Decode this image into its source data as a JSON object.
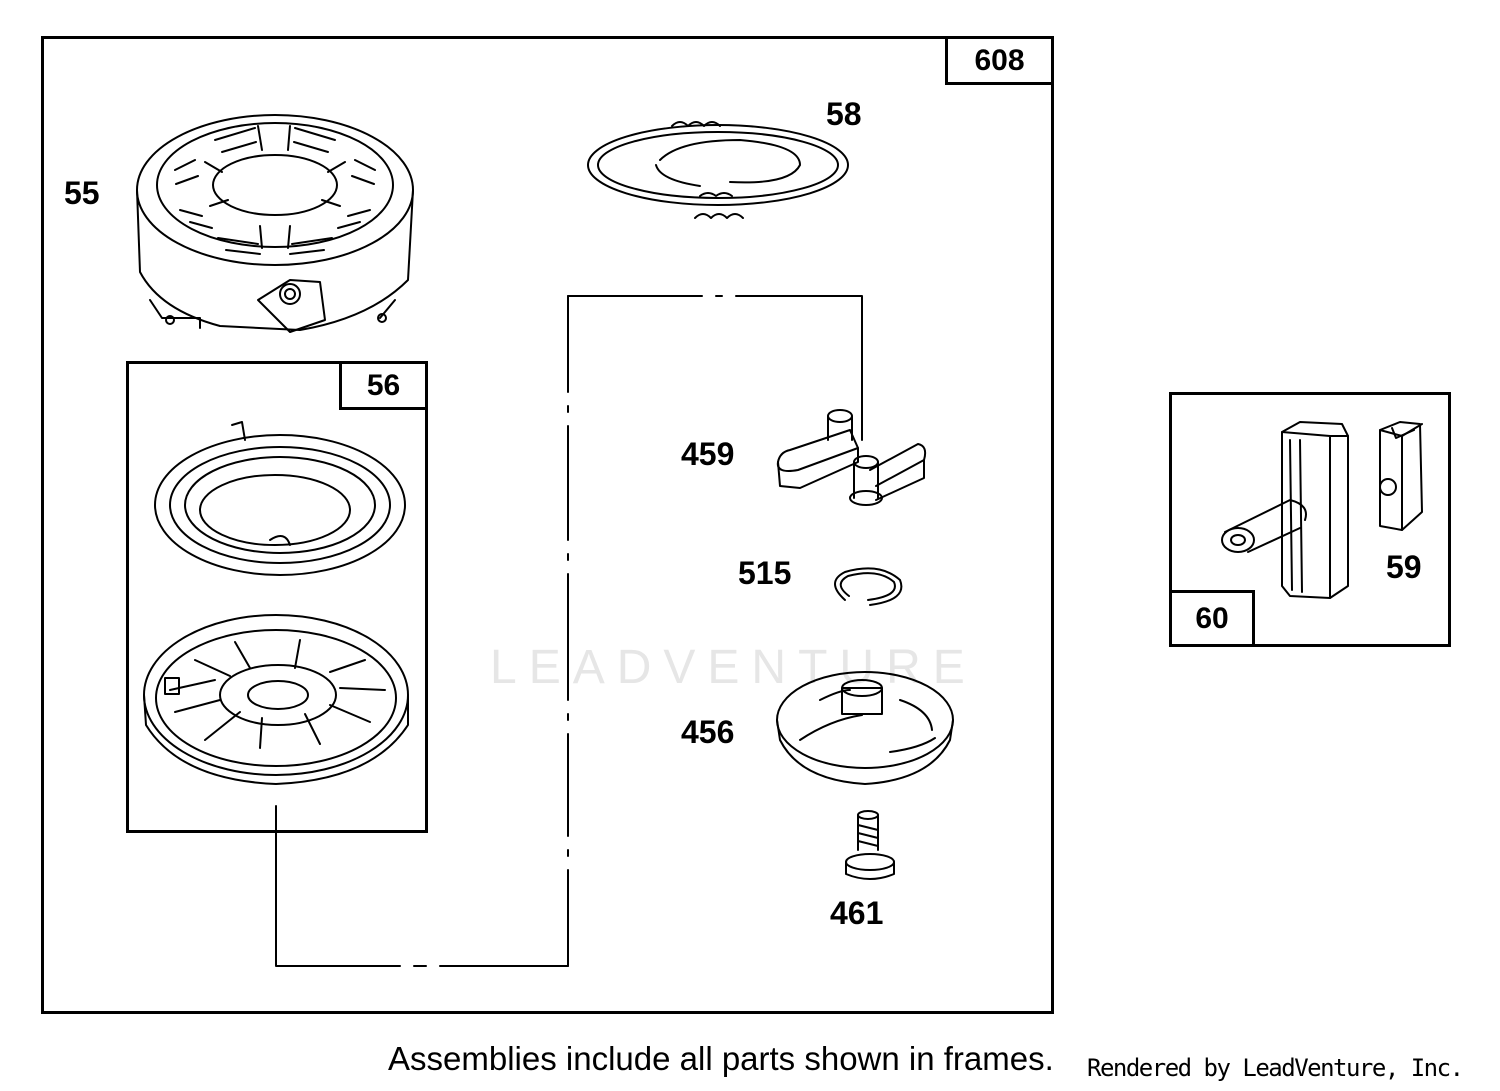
{
  "frames": {
    "main": {
      "tag": "608"
    },
    "sub": {
      "tag": "56"
    },
    "side": {
      "tag": "60"
    }
  },
  "callouts": {
    "p55": "55",
    "p58": "58",
    "p459": "459",
    "p515": "515",
    "p456": "456",
    "p461": "461",
    "p59": "59"
  },
  "footer": {
    "note": "Assemblies include all parts shown in frames.",
    "rendered_by": "Rendered by LeadVenture, Inc."
  },
  "watermark": {
    "text": "LEADVENTURE"
  }
}
